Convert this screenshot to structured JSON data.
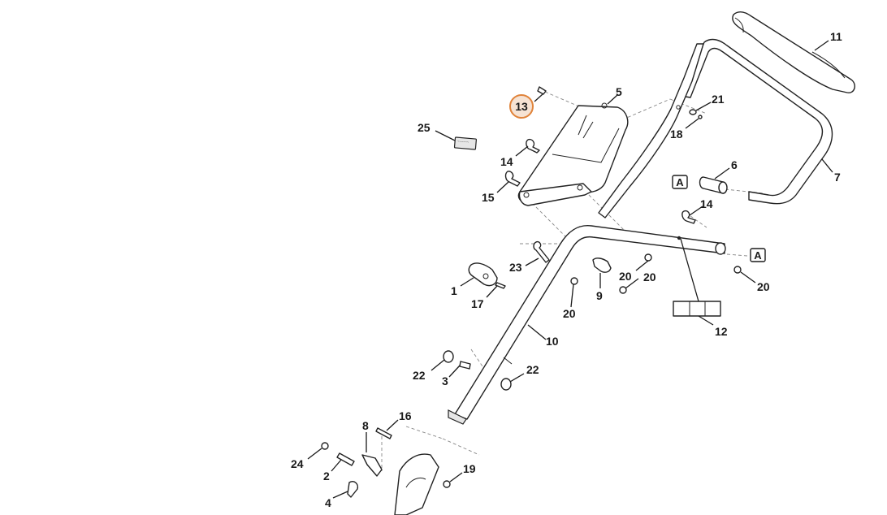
{
  "diagram": {
    "highlight_color": "#e0833a",
    "highlighted_label": "13",
    "reference_letter": "A",
    "labels": {
      "p1": "1",
      "p2": "2",
      "p3": "3",
      "p4": "4",
      "p5": "5",
      "p6": "6",
      "p7": "7",
      "p8": "8",
      "p9": "9",
      "p10": "10",
      "p11": "11",
      "p12": "12",
      "p13": "13",
      "p14a": "14",
      "p14b": "14",
      "p15": "15",
      "p16": "16",
      "p17": "17",
      "p18": "18",
      "p19": "19",
      "p20a": "20",
      "p20b": "20",
      "p20c": "20",
      "p20d": "20",
      "p21": "21",
      "p22a": "22",
      "p22b": "22",
      "p23": "23",
      "p24": "24",
      "p25": "25"
    }
  }
}
